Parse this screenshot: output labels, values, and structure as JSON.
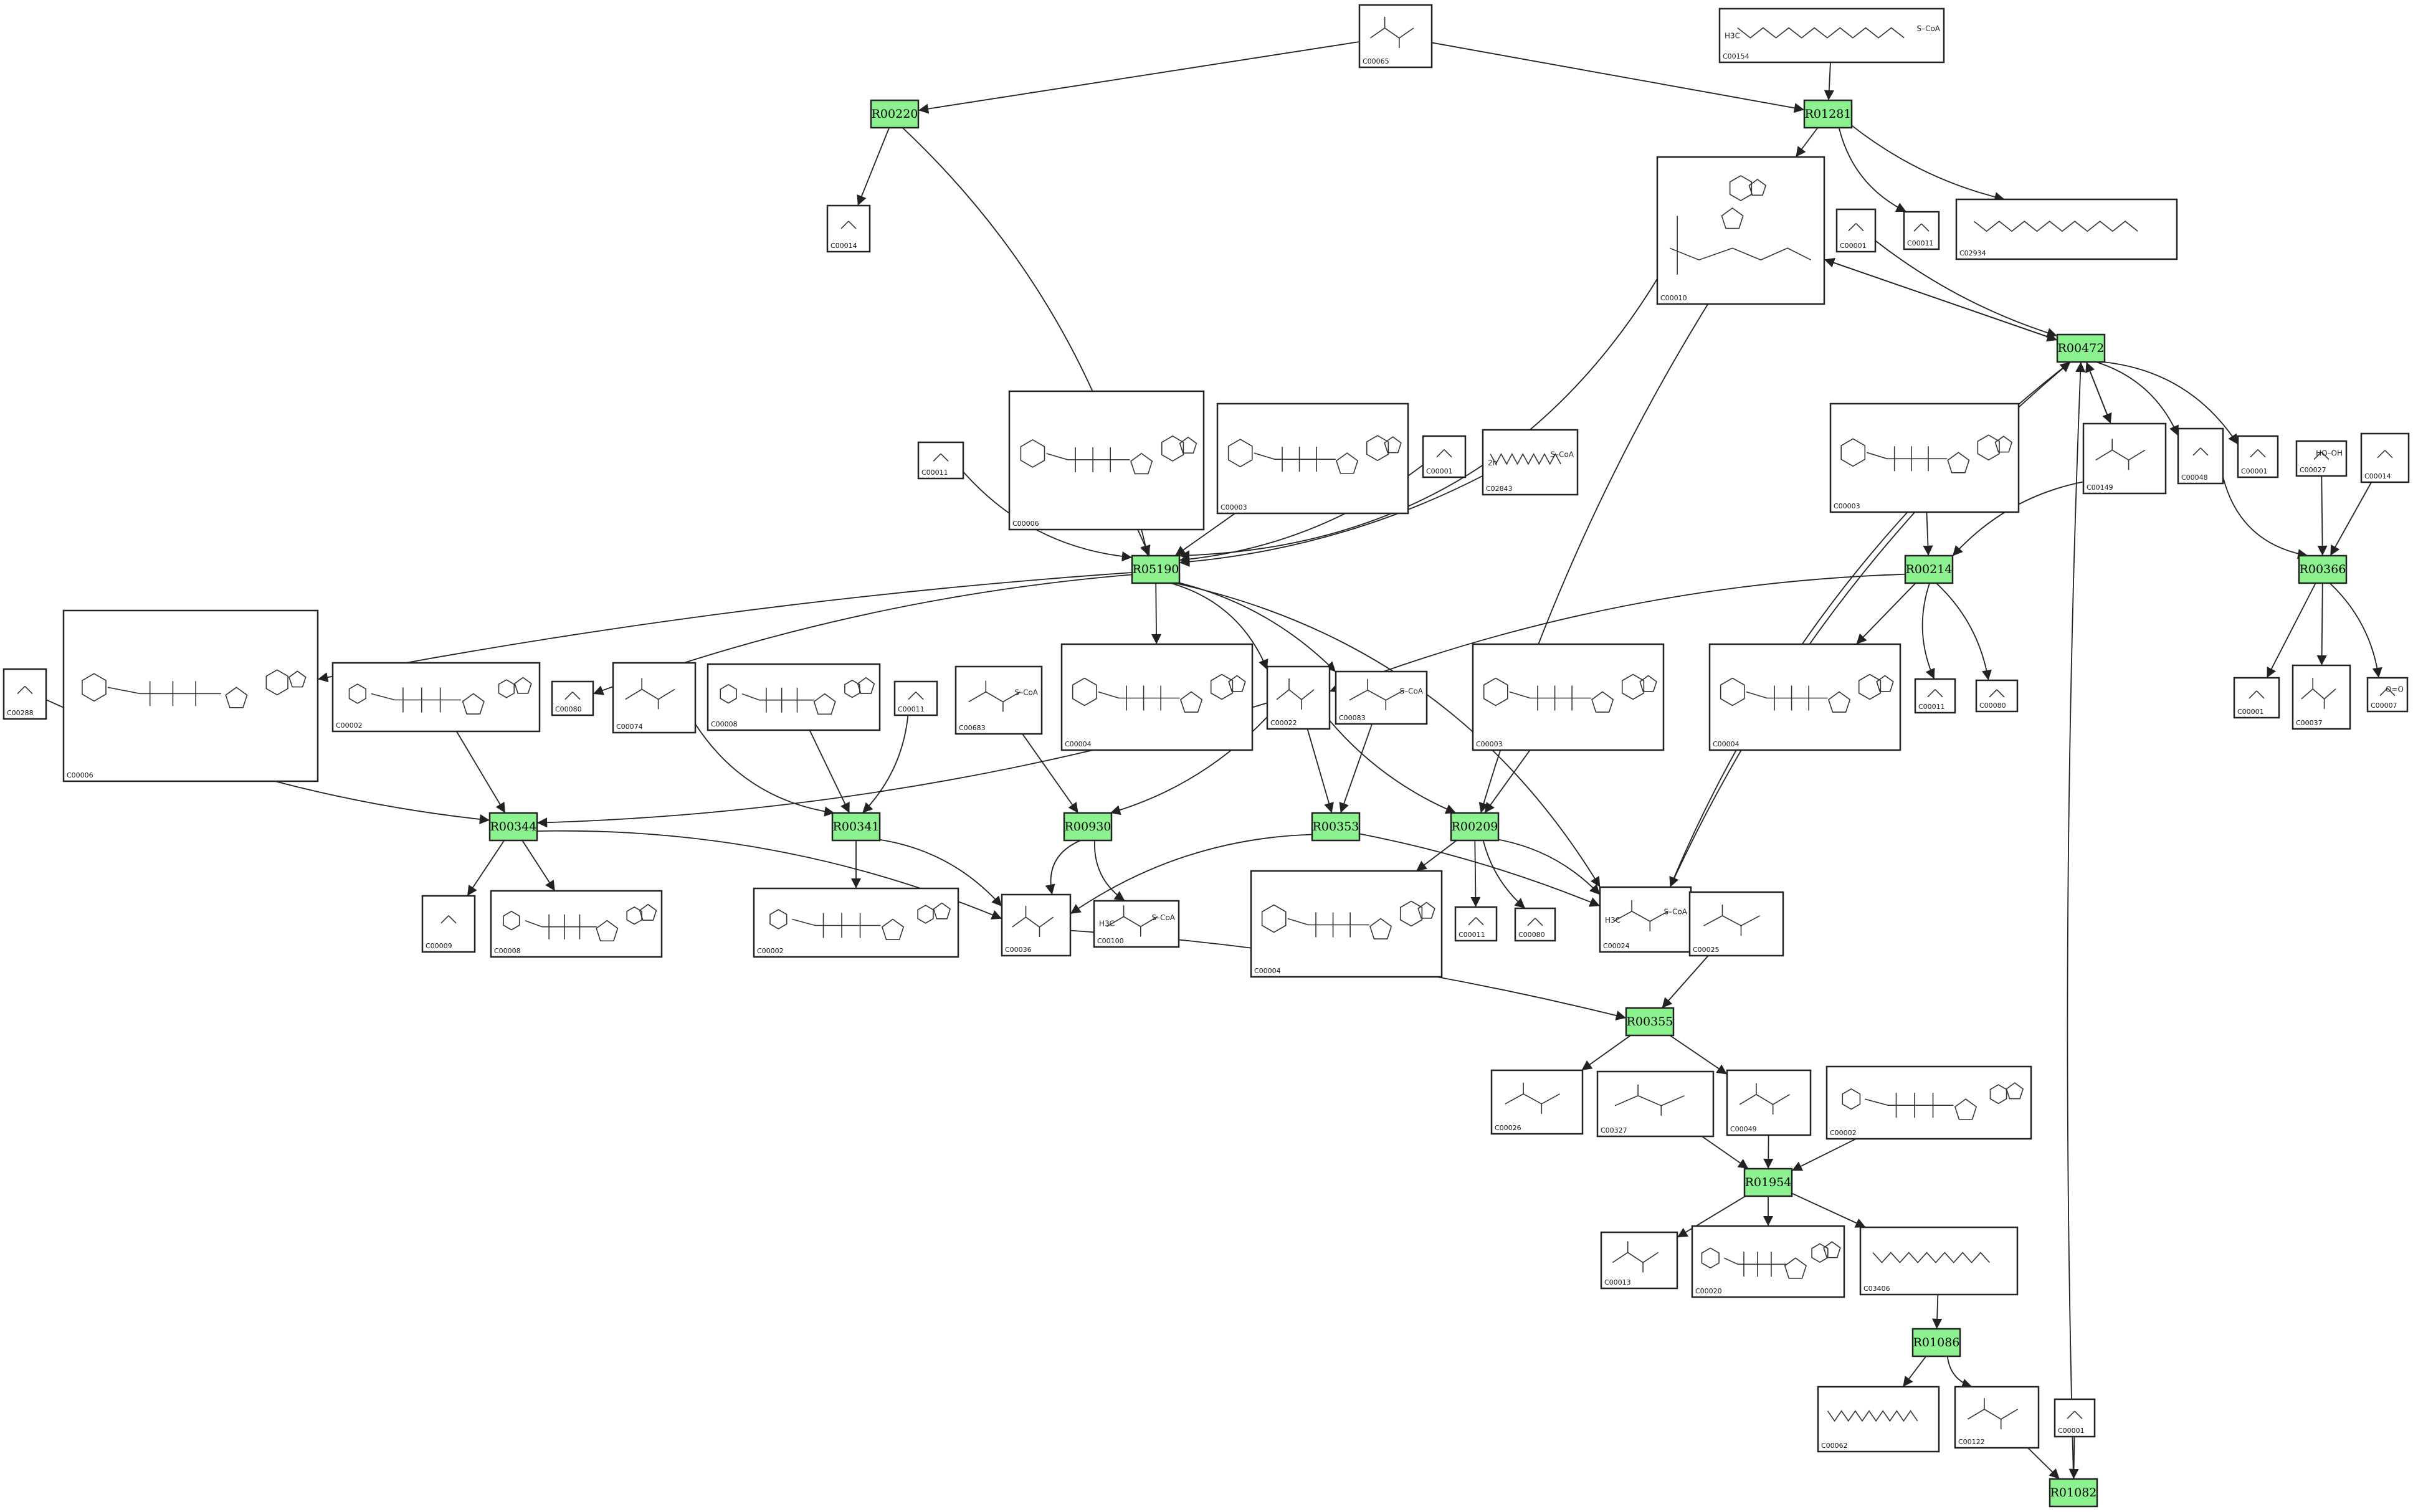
{
  "reactions": [
    {
      "id": "R00220"
    },
    {
      "id": "R01281"
    },
    {
      "id": "R00472"
    },
    {
      "id": "R05190"
    },
    {
      "id": "R00214"
    },
    {
      "id": "R00366"
    },
    {
      "id": "R00344"
    },
    {
      "id": "R00341"
    },
    {
      "id": "R00930"
    },
    {
      "id": "R00353"
    },
    {
      "id": "R00209"
    },
    {
      "id": "R00355"
    },
    {
      "id": "R01954"
    },
    {
      "id": "R01086"
    },
    {
      "id": "R01082"
    }
  ],
  "compounds": [
    {
      "key": "c_top",
      "id": "C00065"
    },
    {
      "key": "c_acyl",
      "id": "C00154",
      "formula": "S–CoA",
      "extra": "H3C"
    },
    {
      "key": "c_nh3a",
      "id": "C00014"
    },
    {
      "key": "c_coa",
      "id": "C00010"
    },
    {
      "key": "c_h2o_a",
      "id": "C00001"
    },
    {
      "key": "c_co2_a",
      "id": "C00011"
    },
    {
      "key": "c_ketosph",
      "id": "C02934"
    },
    {
      "key": "c_co2_b",
      "id": "C00011"
    },
    {
      "key": "c_nadp_a",
      "id": "C00006"
    },
    {
      "key": "c_nad_a",
      "id": "C00003"
    },
    {
      "key": "c_h2o_b",
      "id": "C00001"
    },
    {
      "key": "c_2n",
      "id": "C02843",
      "formula": "S–CoA",
      "extra": "2n"
    },
    {
      "key": "c_nad_b",
      "id": "C00003"
    },
    {
      "key": "c_malate",
      "id": "C00149"
    },
    {
      "key": "c_glyox",
      "id": "C00048"
    },
    {
      "key": "c_h2o_c",
      "id": "C00001"
    },
    {
      "key": "c_h2o2",
      "id": "C00027",
      "formula": "HO–OH"
    },
    {
      "key": "c_nh3b",
      "id": "C00014"
    },
    {
      "key": "c_hco3",
      "id": "C00288"
    },
    {
      "key": "c_nadp_b",
      "id": "C00006"
    },
    {
      "key": "c_atp_a",
      "id": "C00002"
    },
    {
      "key": "c_hplus_a",
      "id": "C00080"
    },
    {
      "key": "c_pep",
      "id": "C00074"
    },
    {
      "key": "c_adp_a",
      "id": "C00008"
    },
    {
      "key": "c_co2_c",
      "id": "C00011"
    },
    {
      "key": "c_cf3",
      "id": "C00683",
      "formula": "S–CoA"
    },
    {
      "key": "c_nadh_a",
      "id": "C00004"
    },
    {
      "key": "c_pyr",
      "id": "C00022"
    },
    {
      "key": "c_malcoa",
      "id": "C00083",
      "formula": "S–CoA"
    },
    {
      "key": "c_nad_c",
      "id": "C00003"
    },
    {
      "key": "c_nadh_b",
      "id": "C00004"
    },
    {
      "key": "c_co2_d",
      "id": "C00011"
    },
    {
      "key": "c_hplus_b",
      "id": "C00080"
    },
    {
      "key": "c_h2o_d",
      "id": "C00001"
    },
    {
      "key": "c_gly",
      "id": "C00037"
    },
    {
      "key": "c_co2_e",
      "id": "C00007",
      "formula": "O=O"
    },
    {
      "key": "c_pi",
      "id": "C00009"
    },
    {
      "key": "c_adp_b",
      "id": "C00008"
    },
    {
      "key": "c_atp_b",
      "id": "C00002"
    },
    {
      "key": "c_oaa",
      "id": "C00036"
    },
    {
      "key": "c_propcoa",
      "id": "C00100",
      "formula": "S–CoA",
      "extra": "H3C"
    },
    {
      "key": "c_nadh_c",
      "id": "C00004"
    },
    {
      "key": "c_co2_f",
      "id": "C00011"
    },
    {
      "key": "c_hplus_c",
      "id": "C00080"
    },
    {
      "key": "c_acoa",
      "id": "C00024",
      "formula": "S–CoA",
      "extra": "H3C"
    },
    {
      "key": "c_glu",
      "id": "C00025"
    },
    {
      "key": "c_akg",
      "id": "C00026"
    },
    {
      "key": "c_gln",
      "id": "C00327"
    },
    {
      "key": "c_asp",
      "id": "C00049"
    },
    {
      "key": "c_atp_c",
      "id": "C00002"
    },
    {
      "key": "c_ppi",
      "id": "C00013"
    },
    {
      "key": "c_amp",
      "id": "C00020"
    },
    {
      "key": "c_argsucc",
      "id": "C03406"
    },
    {
      "key": "c_arg",
      "id": "C00062"
    },
    {
      "key": "c_fum",
      "id": "C00122"
    },
    {
      "key": "c_h2o_e",
      "id": "C00001"
    }
  ]
}
